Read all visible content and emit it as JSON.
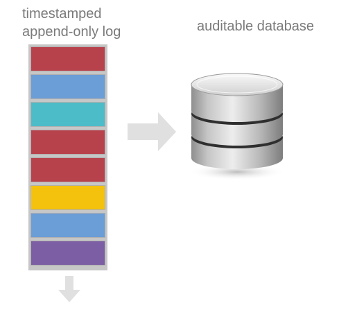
{
  "log": {
    "title_line1": "timestamped",
    "title_line2": "append-only log",
    "entries": [
      {
        "color": "#b8424c"
      },
      {
        "color": "#6b9dd6"
      },
      {
        "color": "#4bbcc8"
      },
      {
        "color": "#b8424c"
      },
      {
        "color": "#b8424c"
      },
      {
        "color": "#f4c20d"
      },
      {
        "color": "#6b9dd6"
      },
      {
        "color": "#7b5ea3"
      }
    ]
  },
  "database": {
    "title": "auditable database"
  },
  "icons": {
    "flow_arrow": "right-arrow-icon",
    "append_arrow": "down-arrow-icon",
    "database": "database-cylinder-icon"
  },
  "colors": {
    "text": "#7a7a7a",
    "arrow": "#e0e0e0",
    "log_frame": "#c7c7c7"
  }
}
